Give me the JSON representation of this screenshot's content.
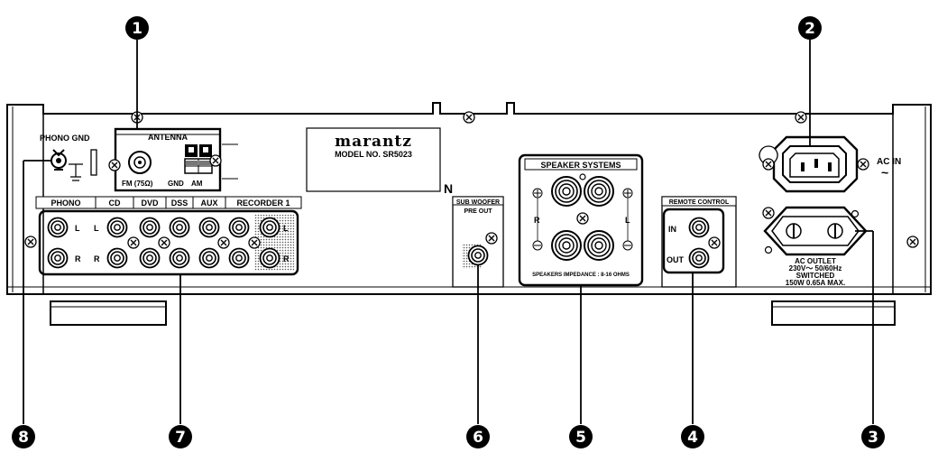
{
  "brand": "marantz",
  "model": "MODEL NO. SR5023",
  "phono_gnd": "PHONO GND",
  "antenna": {
    "title": "ANTENNA",
    "fm": "FM (75Ω)",
    "gnd": "GND",
    "am": "AM"
  },
  "inputs": {
    "headers": [
      "PHONO",
      "CD",
      "DVD",
      "DSS",
      "AUX",
      "RECORDER 1"
    ],
    "left": "L",
    "right": "R"
  },
  "n_mark": "N",
  "subwoofer": {
    "line1": "SUB WOOFER",
    "line2": "PRE OUT"
  },
  "speaker_systems": {
    "title": "SPEAKER SYSTEMS",
    "r": "R",
    "l": "L",
    "impedance": "SPEAKERS IMPEDANCE : 8-16 OHMS"
  },
  "remote_control": {
    "title": "REMOTE CONTROL",
    "in": "IN",
    "out": "OUT"
  },
  "ac_in": {
    "label": "AC IN",
    "symbol": "~"
  },
  "ac_outlet": {
    "line1": "AC OUTLET",
    "line2": "230V～ 50/60Hz",
    "line3": "SWITCHED",
    "line4": "150W 0.65A MAX."
  },
  "callouts": [
    "1",
    "2",
    "3",
    "4",
    "5",
    "6",
    "7",
    "8"
  ]
}
